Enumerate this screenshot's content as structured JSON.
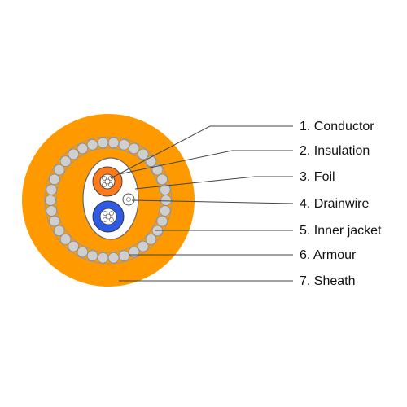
{
  "diagram": {
    "colors": {
      "sheath": "#FF9900",
      "armour_wire": "#CFCFCF",
      "insulation_orange": "#FF7A1A",
      "insulation_blue": "#2E5BE6",
      "conductor": "#FFFFFF",
      "leader_line": "#444444"
    },
    "components": [
      {
        "number": "1.",
        "name": "Conductor",
        "text": "1. Conductor"
      },
      {
        "number": "2.",
        "name": "Insulation",
        "text": "2. Insulation"
      },
      {
        "number": "3.",
        "name": "Foil",
        "text": "3. Foil"
      },
      {
        "number": "4.",
        "name": "Drainwire",
        "text": "4. Drainwire"
      },
      {
        "number": "5.",
        "name": "Inner jacket",
        "text": "5. Inner jacket"
      },
      {
        "number": "6.",
        "name": "Armour",
        "text": "6. Armour"
      },
      {
        "number": "7.",
        "name": "Sheath",
        "text": "7. Sheath"
      }
    ]
  }
}
